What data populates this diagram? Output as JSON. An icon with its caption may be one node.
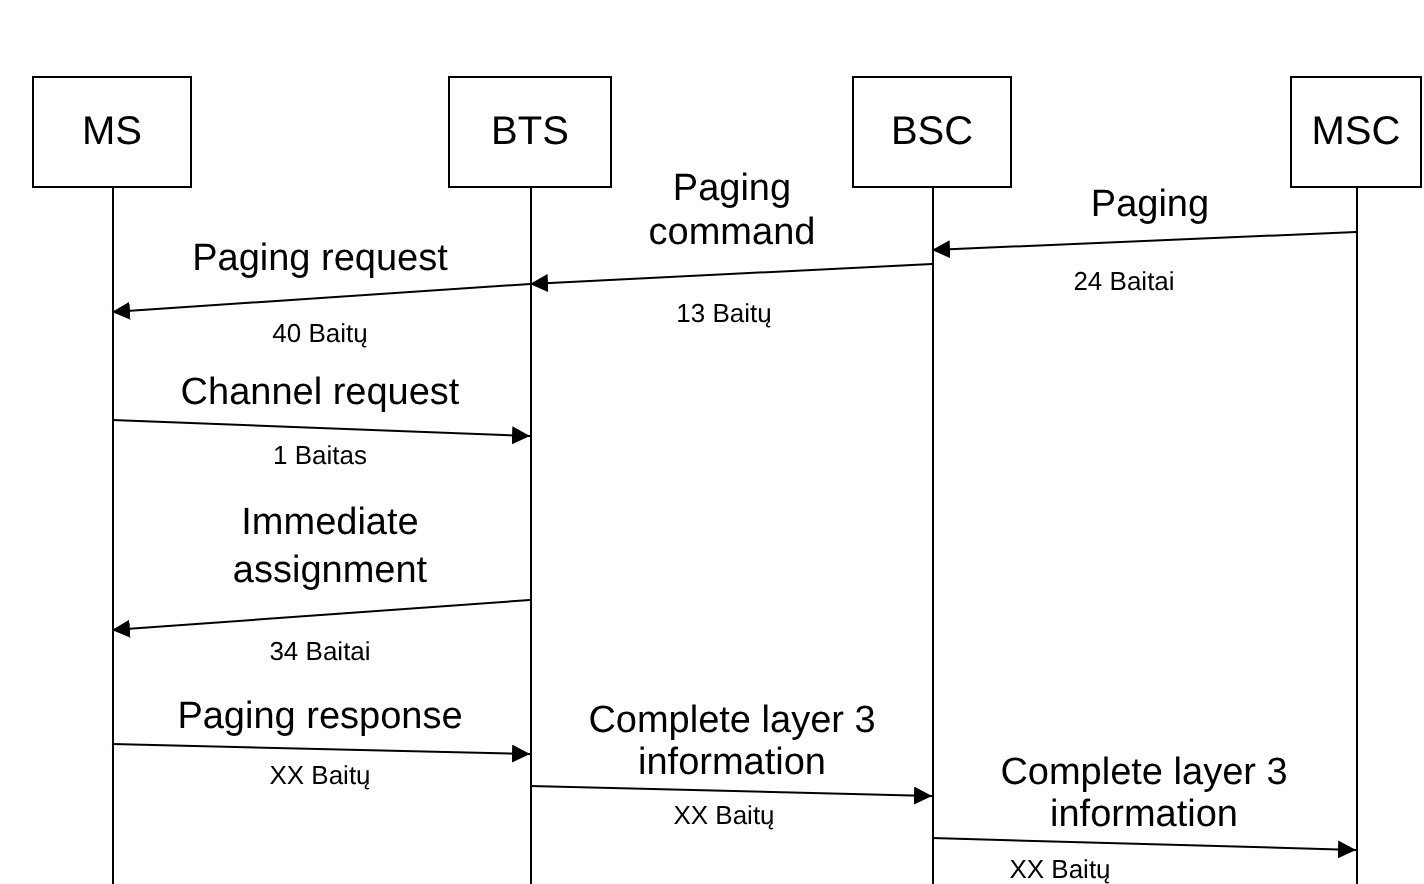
{
  "diagram": {
    "nodes": [
      {
        "text": [
          "MS"
        ]
      },
      {
        "text": [
          "BTS"
        ]
      },
      {
        "text": [
          "BSC"
        ]
      },
      {
        "text": [
          "MSC"
        ]
      }
    ],
    "edges": [
      {
        "from": 3,
        "to": 2,
        "arrow": "to",
        "label": "Paging"
      },
      {
        "from": 2,
        "to": 1,
        "arrow": "to",
        "label": "Paging command"
      },
      {
        "from": 1,
        "to": 0,
        "arrow": "to",
        "label": "Paging request"
      },
      {
        "from": 0,
        "to": 1,
        "arrow": "to",
        "label": "Channel request"
      },
      {
        "from": 1,
        "to": 0,
        "arrow": "to",
        "label": "Immediate assignment"
      },
      {
        "from": 0,
        "to": 1,
        "arrow": "to",
        "label": "Paging response"
      },
      {
        "from": 1,
        "to": 2,
        "arrow": "to",
        "label": "Complete layer 3 information"
      },
      {
        "from": 2,
        "to": 3,
        "arrow": "to",
        "label": "Complete layer 3 information"
      }
    ],
    "labels": [
      "24 Baitai",
      "13 Baitų",
      "40 Baitų",
      "1 Baitas",
      "34 Baitai",
      "XX Baitų",
      "XX Baitų",
      "XX Baitų"
    ]
  }
}
